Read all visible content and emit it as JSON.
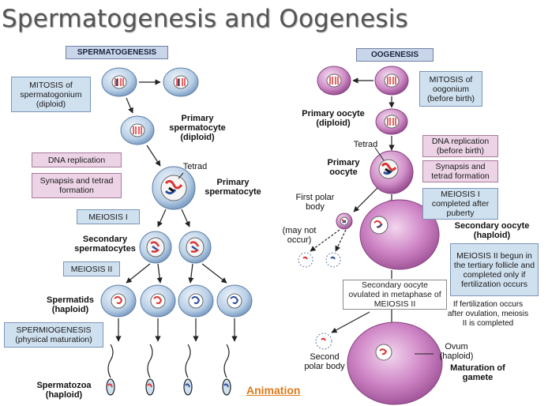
{
  "title": "Spermatogenesis and Oogenesis",
  "spermatogenesis": {
    "header": "SPERMATOGENESIS",
    "mitosis": "MITOSIS of spermatogonium (diploid)",
    "primary_spermatocyte_diploid": "Primary spermatocyte (diploid)",
    "dna_replication": "DNA replication",
    "synapsis": "Synapsis and tetrad formation",
    "tetrad": "Tetrad",
    "primary_spermatocyte": "Primary spermatocyte",
    "meiosis_1": "MEIOSIS I",
    "secondary_spermatocytes": "Secondary spermatocytes",
    "meiosis_2": "MEIOSIS II",
    "spermatids": "Spermatids (haploid)",
    "spermiogenesis": "SPERMIOGENESIS (physical maturation)",
    "spermatozoa": "Spermatozoa (haploid)"
  },
  "oogenesis": {
    "header": "OOGENESIS",
    "mitosis": "MITOSIS of oogonium (before birth)",
    "primary_oocyte_diploid": "Primary oocyte (diploid)",
    "tetrad": "Tetrad",
    "dna_replication": "DNA replication (before birth)",
    "synapsis": "Synapsis and tetrad formation",
    "primary_oocyte": "Primary oocyte",
    "first_polar_body": "First polar body",
    "meiosis_1": "MEIOSIS I completed after puberty",
    "may_not_occur": "(may not occur)",
    "secondary_oocyte": "Secondary oocyte (haploid)",
    "meiosis_2": "MEIOSIS II begun in the tertiary follicle and completed only if fertilization occurs",
    "ovulated": "Secondary oocyte ovulated in metaphase of MEIOSIS II",
    "if_fertilization": "If fertilization occurs after ovulation, meiosis II is completed",
    "second_polar_body": "Second polar body",
    "ovum": "Ovum (haploid)",
    "maturation": "Maturation of gamete"
  },
  "animation_link": "Animation",
  "colors": {
    "blue_box": "#cfe0ef",
    "pink_box": "#ecd3e6",
    "header_box": "#c9d5e8",
    "cell_blue": "#b8cfe6",
    "cell_pink": "#c77bbf",
    "link": "#e07b1c"
  }
}
